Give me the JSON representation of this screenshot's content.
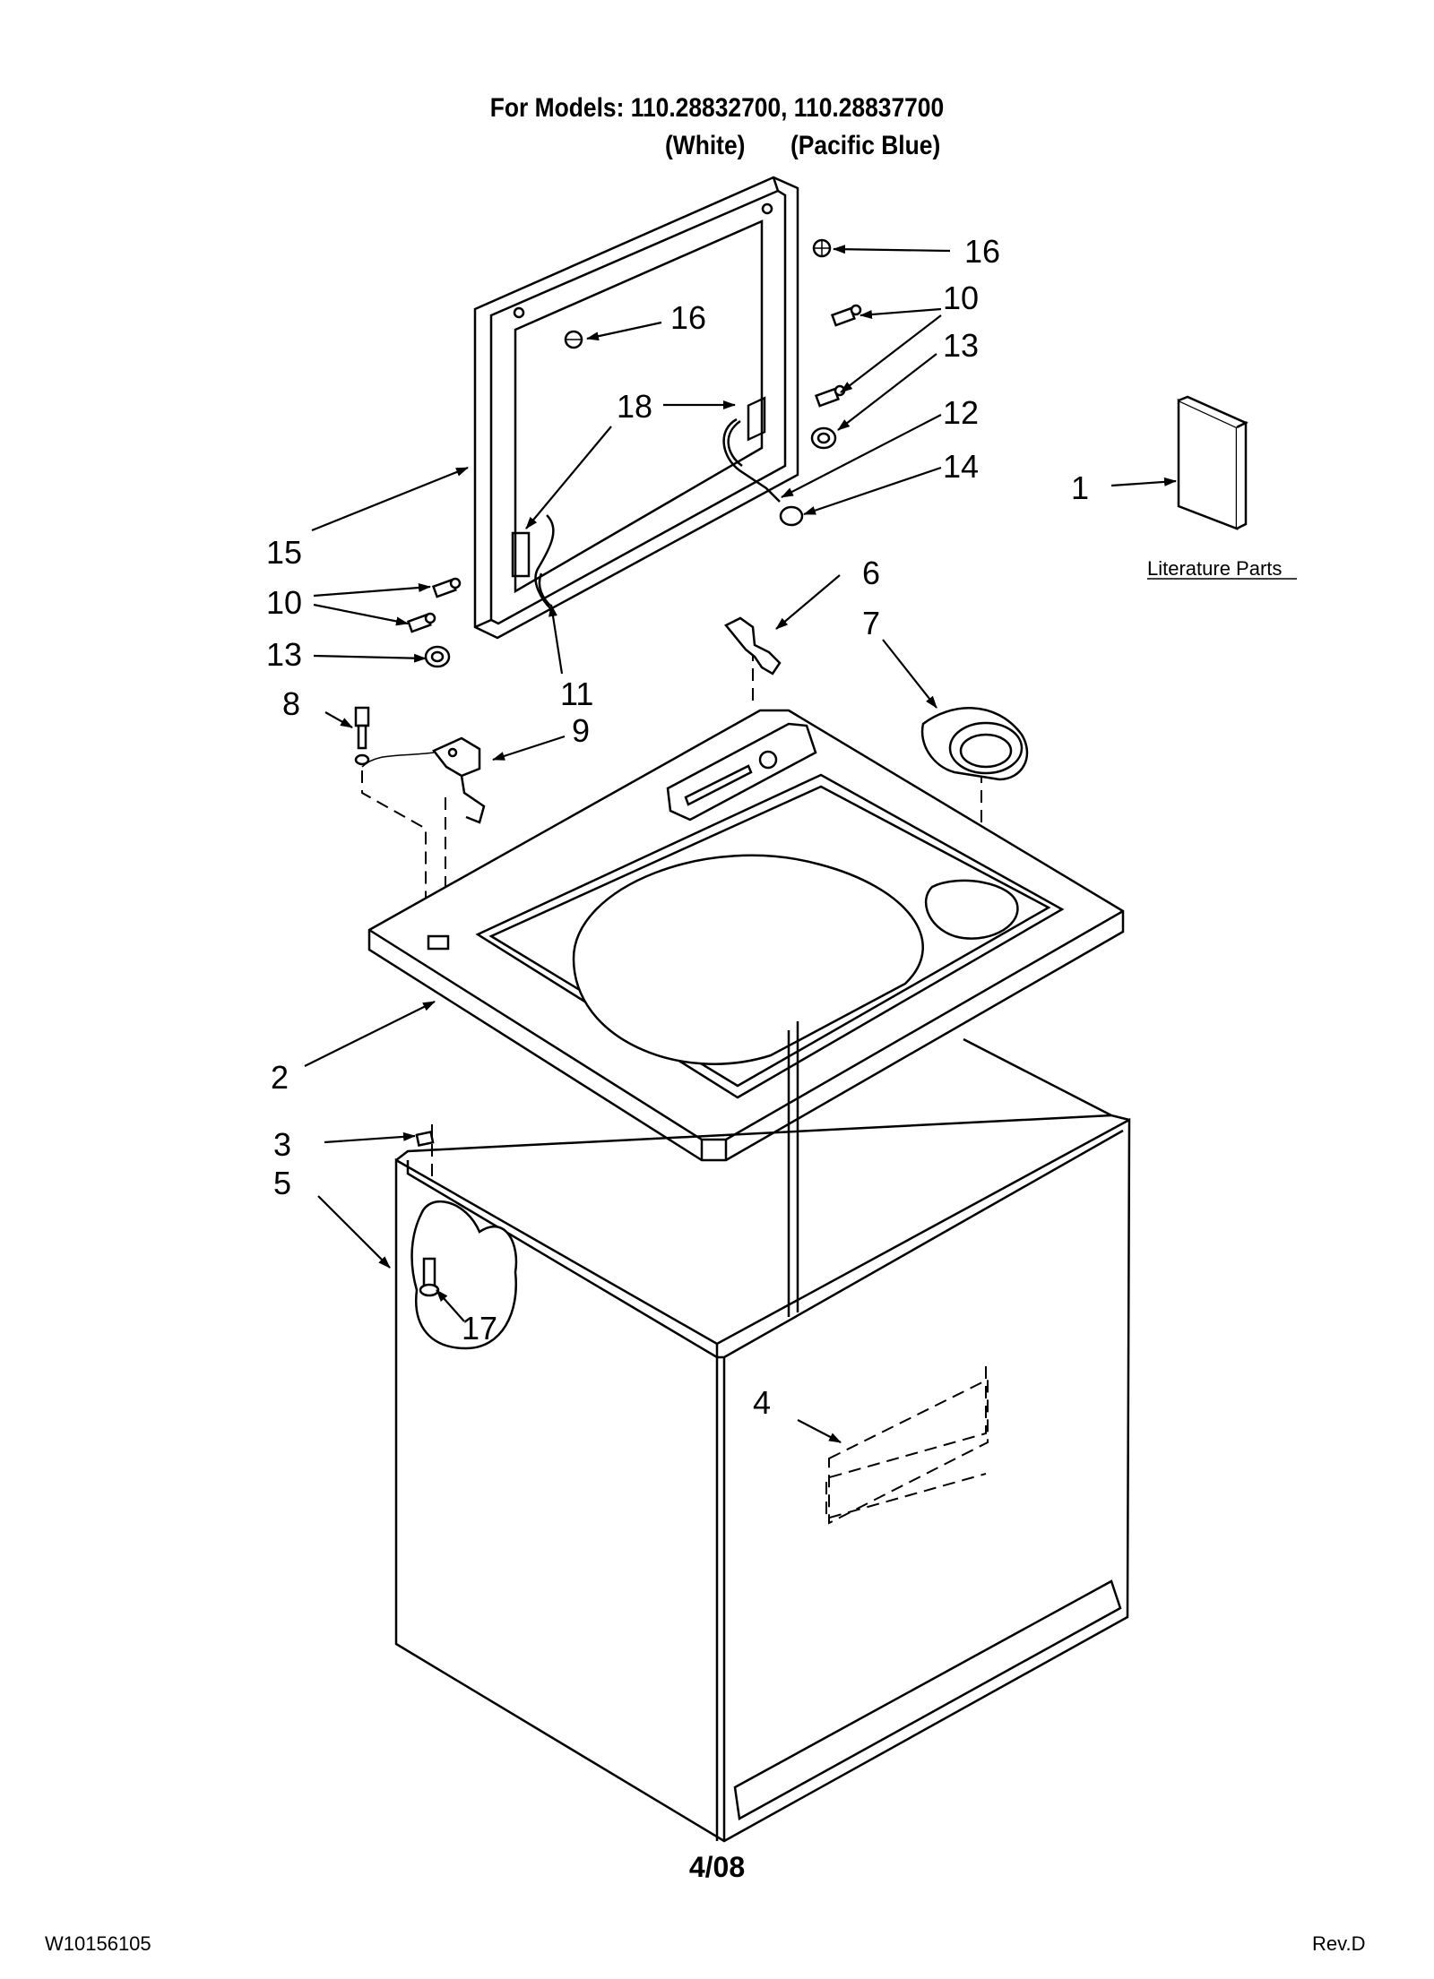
{
  "header": {
    "title": "For Models: 110.28832700, 110.28837700",
    "variant_white": "(White)",
    "variant_blue": "(Pacific Blue)"
  },
  "callouts": {
    "c1": "1",
    "c2": "2",
    "c3": "3",
    "c4": "4",
    "c5": "5",
    "c6": "6",
    "c7": "7",
    "c8": "8",
    "c9": "9",
    "c10a": "10",
    "c10b": "10",
    "c11": "11",
    "c12": "12",
    "c13a": "13",
    "c13b": "13",
    "c14": "14",
    "c15": "15",
    "c16a": "16",
    "c16b": "16",
    "c17": "17",
    "c18": "18"
  },
  "literature_label": "Literature Parts",
  "footer": {
    "doc_number": "W10156105",
    "date_code": "4/08",
    "revision": "Rev.D"
  }
}
